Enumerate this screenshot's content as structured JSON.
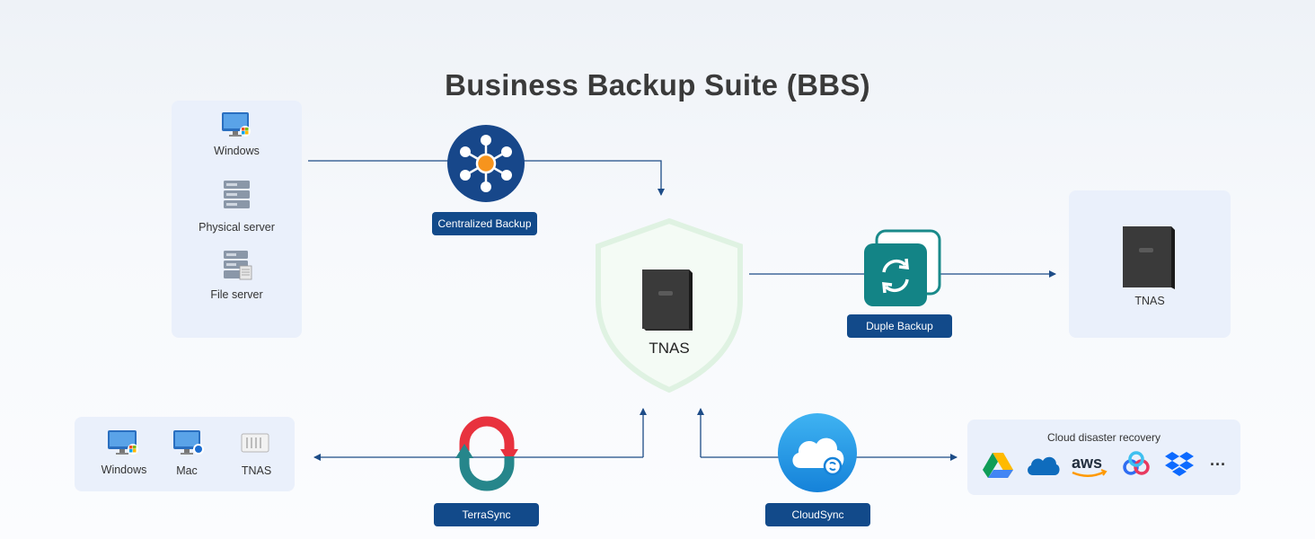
{
  "title": "Business Backup Suite (BBS)",
  "sources": [
    {
      "label": "Windows",
      "icon": "monitor-windows-icon"
    },
    {
      "label": "Physical server",
      "icon": "server-icon"
    },
    {
      "label": "File server",
      "icon": "file-server-icon"
    }
  ],
  "central": {
    "label": "TNAS",
    "icon": "nas-device-icon"
  },
  "services": {
    "centralized": "Centralized Backup",
    "duple": "Duple Backup",
    "terrasync": "TerraSync",
    "cloudsync": "CloudSync"
  },
  "duple_target": {
    "label": "TNAS"
  },
  "sync_targets": [
    {
      "label": "Windows",
      "icon": "monitor-windows-icon"
    },
    {
      "label": "Mac",
      "icon": "monitor-mac-icon"
    },
    {
      "label": "TNAS",
      "icon": "nas-device-icon"
    }
  ],
  "cloud": {
    "title": "Cloud disaster recovery",
    "providers": [
      {
        "name": "google-drive-icon"
      },
      {
        "name": "onedrive-icon"
      },
      {
        "name": "aws-icon",
        "text": "aws"
      },
      {
        "name": "baidu-cloud-icon"
      },
      {
        "name": "dropbox-icon"
      }
    ],
    "more": "···"
  },
  "colors": {
    "navy": "#124a8a",
    "line": "#1d4c87",
    "teal": "#1a8a8a",
    "panel": "#eaf0fb"
  }
}
